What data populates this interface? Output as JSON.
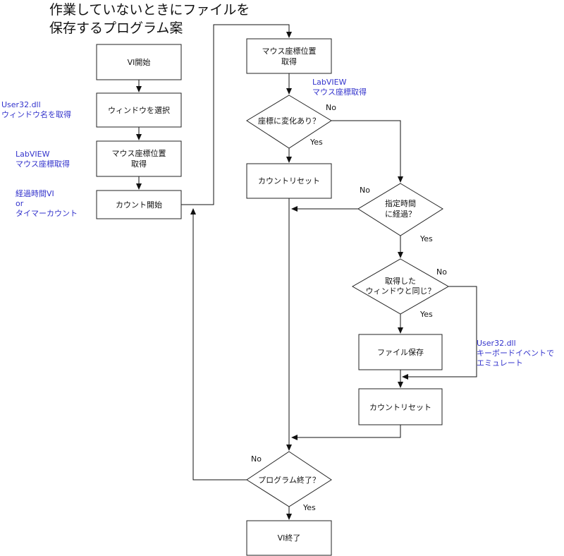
{
  "title": {
    "line1": "作業していないときにファイルを",
    "line2": "保存するプログラム案"
  },
  "nodes": {
    "vi_start": "VI開始",
    "select_window": "ウィンドウを選択",
    "mouse_pos_left": {
      "line1": "マウス座標位置",
      "line2": "取得"
    },
    "count_start": "カウント開始",
    "mouse_pos_right": {
      "line1": "マウス座標位置",
      "line2": "取得"
    },
    "coord_changed": "座標に変化あり？",
    "count_reset_1": "カウントリセット",
    "time_elapsed": {
      "line1": "指定時間",
      "line2": "に経過？"
    },
    "same_window": {
      "line1": "取得した",
      "line2": "ウィンドウと同じ？"
    },
    "file_save": "ファイル保存",
    "count_reset_2": "カウントリセット",
    "program_end": "プログラム終了？",
    "vi_end": "VI終了"
  },
  "edge_labels": {
    "coord_no": "No",
    "coord_yes": "Yes",
    "time_no": "No",
    "time_yes": "Yes",
    "window_no": "No",
    "window_yes": "Yes",
    "end_no": "No",
    "end_yes": "Yes"
  },
  "notes": {
    "user32_window": {
      "line1": "User32.dll",
      "line2": "ウィンドウ名を取得"
    },
    "labview_mouse_left": {
      "line1": "LabVIEW",
      "line2": "マウス座標取得"
    },
    "timer": {
      "line1": "経過時間VI",
      "line2": "or",
      "line3": "タイマーカウント"
    },
    "labview_mouse_right": {
      "line1": "LabVIEW",
      "line2": "マウス座標取得"
    },
    "user32_keyboard": {
      "line1": "User32.dll",
      "line2": "キーボードイベントで",
      "line3": "エミュレート"
    }
  },
  "colors": {
    "note_text": "#3333cc",
    "stroke": "#222222",
    "background": "#ffffff"
  }
}
